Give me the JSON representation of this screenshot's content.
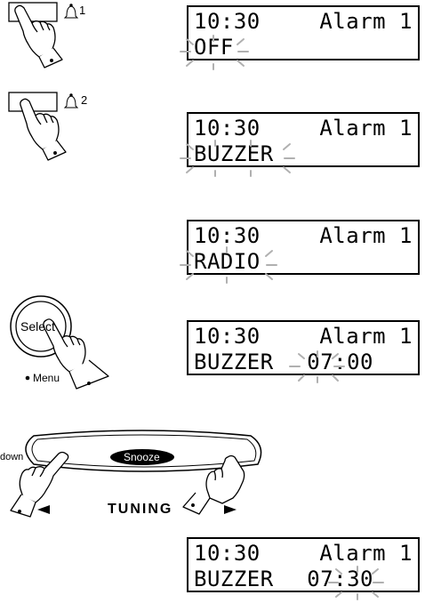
{
  "steps": {
    "alarm1_button": {
      "bell_number": "1"
    },
    "alarm2_button": {
      "bell_number": "2"
    },
    "select_button": {
      "label": "Select",
      "menu_label": "Menu"
    },
    "tuning_control": {
      "down_label": "down",
      "snooze_label": "Snooze",
      "tuning_label": "TUNING"
    }
  },
  "displays": [
    {
      "time": "10:30",
      "alarm": "Alarm 1",
      "mode": "OFF",
      "setting": ""
    },
    {
      "time": "10:30",
      "alarm": "Alarm 1",
      "mode": "BUZZER",
      "setting": ""
    },
    {
      "time": "10:30",
      "alarm": "Alarm 1",
      "mode": "RADIO",
      "setting": ""
    },
    {
      "time": "10:30",
      "alarm": "Alarm 1",
      "mode": "BUZZER",
      "setting": "07:00"
    },
    {
      "time": "10:30",
      "alarm": "Alarm 1",
      "mode": "BUZZER",
      "setting": "07:30"
    }
  ]
}
